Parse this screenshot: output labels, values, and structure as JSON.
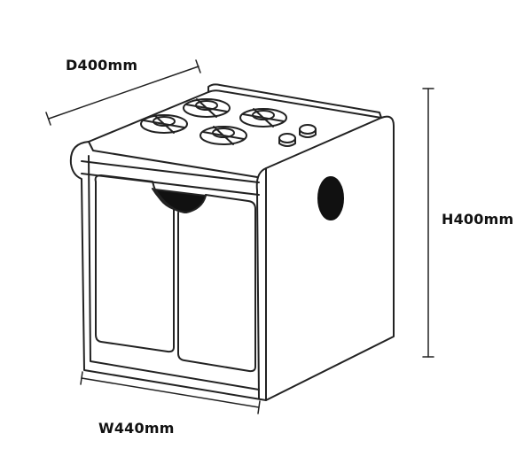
{
  "dimensions": {
    "depth": "D400mm",
    "height": "H400mm",
    "width": "W440mm"
  },
  "colors": {
    "line": "#222222",
    "hole": "#111111"
  }
}
